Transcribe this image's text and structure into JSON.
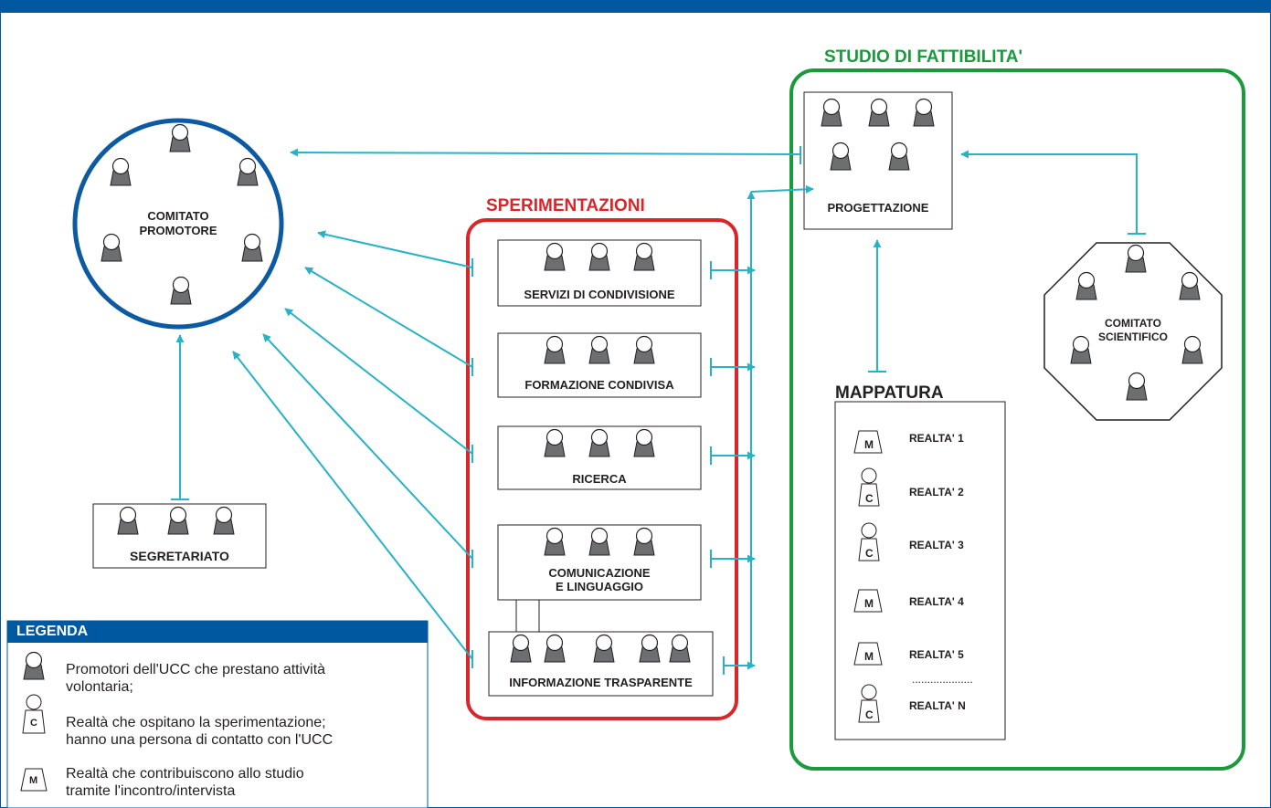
{
  "colors": {
    "header_blue": "#0059a0",
    "promoter_circle": "#0b5aa2",
    "sperimentazioni_red": "#d9262b",
    "studio_green": "#1a9a3c",
    "connector_cyan": "#27b2c6",
    "person_fill": "#6d6e70"
  },
  "comitato_promotore": {
    "line1": "COMITATO",
    "line2": "PROMOTORE"
  },
  "segretariato": {
    "label": "SEGRETARIATO"
  },
  "sperimentazioni": {
    "title": "SPERIMENTAZIONI",
    "boxes": [
      {
        "label": "SERVIZI DI CONDIVISIONE"
      },
      {
        "label": "FORMAZIONE CONDIVISA"
      },
      {
        "label": "RICERCA"
      },
      {
        "label1": "COMUNICAZIONE",
        "label2": "E LINGUAGGIO"
      },
      {
        "label": "INFORMAZIONE TRASPARENTE"
      }
    ]
  },
  "studio": {
    "title": "STUDIO DI FATTIBILITA'",
    "progettazione": "PROGETTAZIONE",
    "comitato_scientifico": {
      "line1": "COMITATO",
      "line2": "SCIENTIFICO"
    },
    "mappatura": {
      "title": "MAPPATURA",
      "items": [
        {
          "type": "M",
          "label": "REALTA' 1"
        },
        {
          "type": "C",
          "label": "REALTA' 2"
        },
        {
          "type": "C",
          "label": "REALTA' 3"
        },
        {
          "type": "M",
          "label": "REALTA' 4"
        },
        {
          "type": "M",
          "label": "REALTA' 5"
        },
        {
          "type": "C",
          "label": "REALTA' N"
        }
      ],
      "ellipsis": "...................."
    }
  },
  "legenda": {
    "title": "LEGENDA",
    "items": [
      {
        "icon": "person-icon",
        "line1": "Promotori dell'UCC che prestano attività",
        "line2": "volontaria;"
      },
      {
        "icon": "contact-c-icon",
        "badge": "C",
        "line1": "Realtà che ospitano la sperimentazione;",
        "line2": "hanno una persona di contatto con l'UCC"
      },
      {
        "icon": "interview-m-icon",
        "badge": "M",
        "line1": "Realtà che contribuiscono allo studio",
        "line2": "tramite l'incontro/intervista"
      }
    ]
  }
}
